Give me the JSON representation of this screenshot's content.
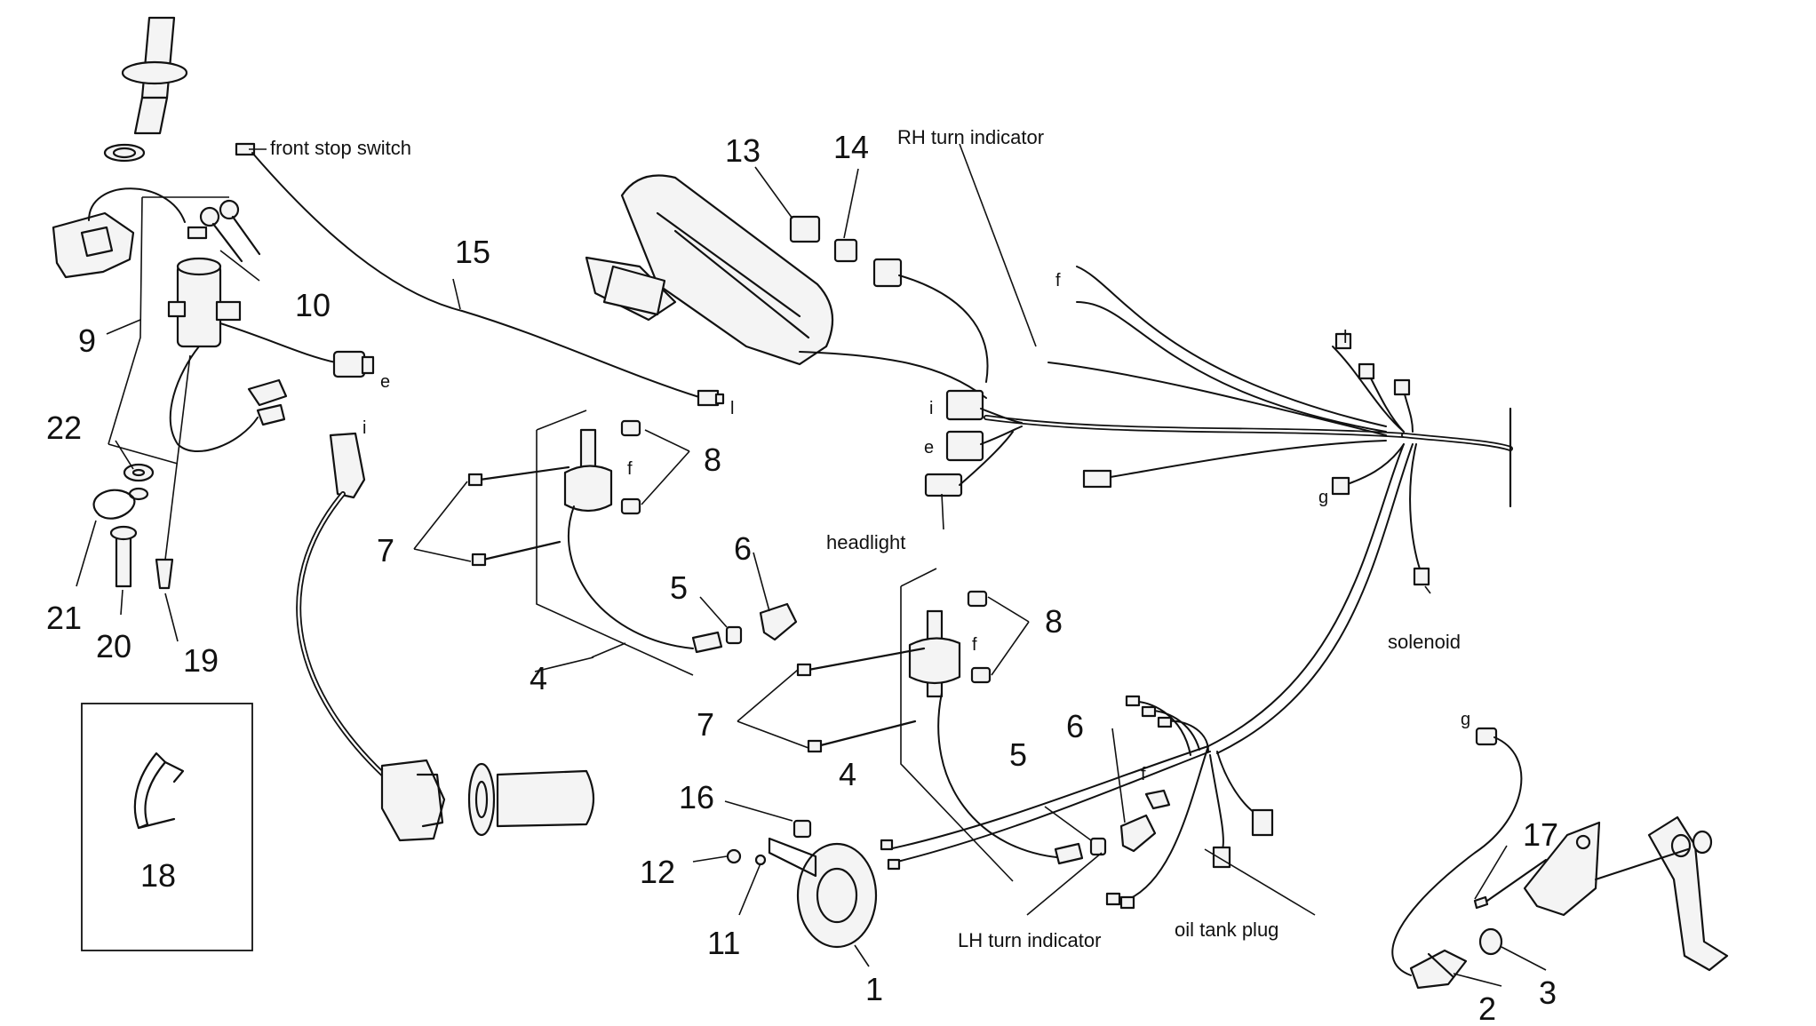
{
  "part_numbers": {
    "n1": "1",
    "n2": "2",
    "n3": "3",
    "n4a": "4",
    "n4b": "4",
    "n5a": "5",
    "n5b": "5",
    "n6a": "6",
    "n6b": "6",
    "n7a": "7",
    "n7b": "7",
    "n8a": "8",
    "n8b": "8",
    "n9": "9",
    "n10": "10",
    "n11": "11",
    "n12": "12",
    "n13": "13",
    "n14": "14",
    "n15": "15",
    "n16": "16",
    "n17": "17",
    "n18": "18",
    "n19": "19",
    "n20": "20",
    "n21": "21",
    "n22": "22"
  },
  "callouts": {
    "front_stop_switch": "front stop switch",
    "rh_turn_indicator": "RH turn indicator",
    "lh_turn_indicator": "LH turn indicator",
    "headlight": "headlight",
    "solenoid": "solenoid",
    "oil_tank_plug": "oil tank plug"
  },
  "connector_letters": {
    "e1": "e",
    "e2": "e",
    "i1": "i",
    "i2": "i",
    "l1": "l",
    "l2": "l",
    "f1": "f",
    "f2": "f",
    "f3": "f",
    "f4": "f",
    "g1": "g",
    "g2": "g"
  }
}
